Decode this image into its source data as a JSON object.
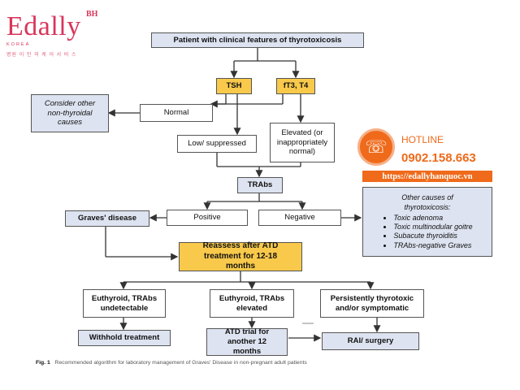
{
  "logo": {
    "brand": "Edally",
    "superscript": "BH",
    "subtitle": "KOREA",
    "tagline": "병원 이 인 의   케 어 서 비 스"
  },
  "hotline": {
    "label": "HOTLINE",
    "number": "0902.158.663",
    "website": "https://edallyhanquoc.vn"
  },
  "flowchart": {
    "start": "Patient with clinical features of thyrotoxicosis",
    "tsh": "TSH",
    "ft3t4": "fT3, T4",
    "normal": "Normal",
    "consider_other": "Consider other non-thyroidal causes",
    "low_suppressed": "Low/ suppressed",
    "elevated": "Elevated (or inappropriately normal)",
    "trabs": "TRAbs",
    "positive": "Positive",
    "negative": "Negative",
    "graves": "Graves' disease",
    "other_causes": {
      "title": "Other causes of thyrotoxicosis:",
      "items": [
        "Toxic adenoma",
        "Toxic multinodular goitre",
        "Subacute  thyroiditis",
        "TRAbs-negative Graves"
      ]
    },
    "reassess": "Reassess after ATD treatment for 12-18 months",
    "euthyroid_undetectable": "Euthyroid, TRAbs undetectable",
    "euthyroid_elevated": "Euthyroid, TRAbs elevated",
    "persistently": "Persistently thyrotoxic and/or symptomatic",
    "withhold": "Withhold treatment",
    "atd_trial": "ATD trial for another 12 months",
    "rai": "RAI/ surgery"
  },
  "caption": {
    "label": "Fig. 1",
    "text": "Recommended algorithm for laboratory management of Graves' Disease in non-pregnant adult patients"
  },
  "colors": {
    "box_blue": "#dde3f0",
    "box_yellow": "#f8c94a",
    "brand_pink": "#d8365b",
    "hotline_orange": "#ef6a1a"
  }
}
